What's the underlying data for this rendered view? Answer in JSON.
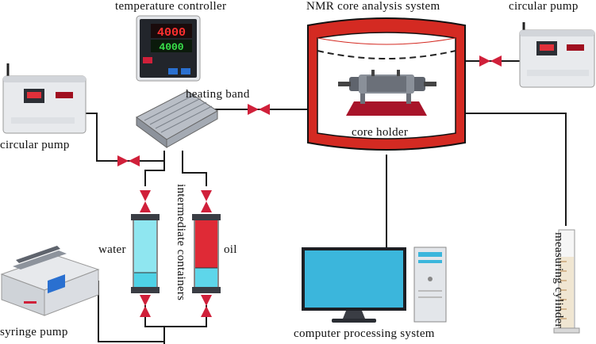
{
  "labels": {
    "temperature_controller": "temperature controller",
    "nmr_system": "NMR core analysis system",
    "circular_pump_right": "circular pump",
    "circular_pump_left": "circular pump",
    "heating_band": "heating band",
    "core_holder": "core holder",
    "intermediate_containers": "intermediate containers",
    "water": "water",
    "oil": "oil",
    "syringe_pump": "syringe pump",
    "computer_processing_system": "computer processing system",
    "measuring_cylinder": "measuring cylinder"
  },
  "controller_display": {
    "top": "4000",
    "bottom": "4000"
  },
  "colors": {
    "pipe": "#1a1a1a",
    "valve": "#d0203a",
    "nmr_wall": "#d42a22",
    "water": "#7fe3ee",
    "oil": "#e02a36",
    "monitor": "#3bb6dc"
  }
}
